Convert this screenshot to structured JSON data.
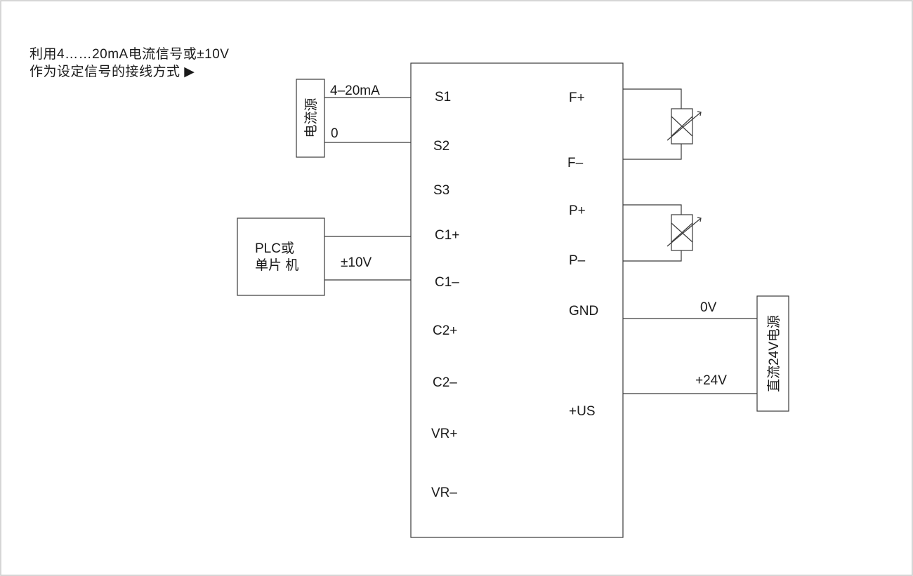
{
  "caption": {
    "line1": "利用4……20mA电流信号或±10V",
    "line2": "作为设定信号的接线方式 ▶"
  },
  "current_source": {
    "label": "电流源",
    "signal_label": "4–20mA",
    "zero_label": "0"
  },
  "plc": {
    "line1": "PLC或",
    "line2": "单片 机",
    "signal_label": "±10V"
  },
  "controller": {
    "left_terminals": [
      "S1",
      "S2",
      "S3",
      "C1+",
      "C1–",
      "C2+",
      "C2–",
      "VR+",
      "VR–"
    ],
    "right_terminals": [
      "F+",
      "F–",
      "P+",
      "P–",
      "GND",
      "+US"
    ]
  },
  "dc_supply": {
    "label": "直流24V电源",
    "zero_label": "0V",
    "plus_label": "+24V"
  },
  "icons": {
    "variable_resistor_1": "variable-resistor-icon",
    "variable_resistor_2": "variable-resistor-icon"
  }
}
